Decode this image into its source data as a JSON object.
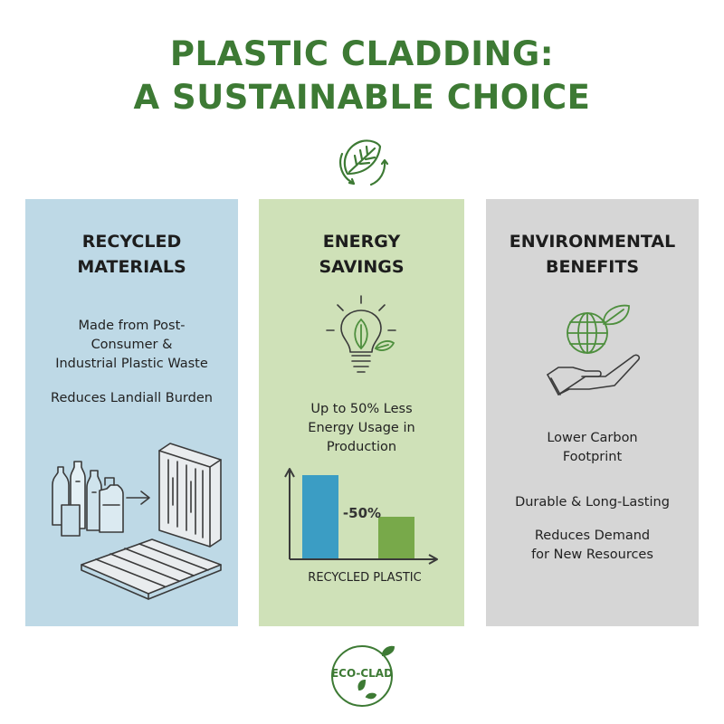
{
  "title": {
    "line1": "PLASTIC CLADDING:",
    "line2": "A SUSTAINABLE CHOICE"
  },
  "colors": {
    "accent_green": "#3d7a34",
    "panel_blue": "#bed9e6",
    "panel_green": "#cfe1b8",
    "panel_gray": "#d6d6d6",
    "bar_blue": "#3b9dc4",
    "bar_green": "#78a94a"
  },
  "icons": {
    "top": "leaf-recycle-arrows-icon",
    "recycled": "plastic-bottles-to-panels-icon",
    "energy": "lightbulb-leaf-icon",
    "environment": "hand-globe-leaf-icon",
    "badge": "eco-clad-leaf-logo"
  },
  "panels": {
    "recycled": {
      "title_line1": "RECYCLED",
      "title_line2": "MATERIALS",
      "desc_line1": "Made from Post-",
      "desc_line2": "Consumer &",
      "desc_line3": "Industrial Plastic Waste",
      "point": "Reduces Landiall Burden"
    },
    "energy": {
      "title_line1": "ENERGY",
      "title_line2": "SAVINGS",
      "desc_line1": "Up to 50% Less",
      "desc_line2": "Energy Usage in",
      "desc_line3": "Production"
    },
    "environment": {
      "title_line1": "ENVIRONMENTAL",
      "title_line2": "BENEFITS",
      "point1_line1": "Lower Carbon",
      "point1_line2": "Footprint",
      "point2": "Durable & Long-Lasting",
      "point3_line1": "Reduces Demand",
      "point3_line2": "for New Resources"
    }
  },
  "chart_data": {
    "type": "bar",
    "categories": [
      "",
      ""
    ],
    "values": [
      100,
      50
    ],
    "annotation": "-50%",
    "xlabel": "RECYCLED PLASTIC",
    "ylabel": "",
    "ylim": [
      0,
      100
    ]
  },
  "badge": {
    "text": "ECO-CLAD"
  }
}
